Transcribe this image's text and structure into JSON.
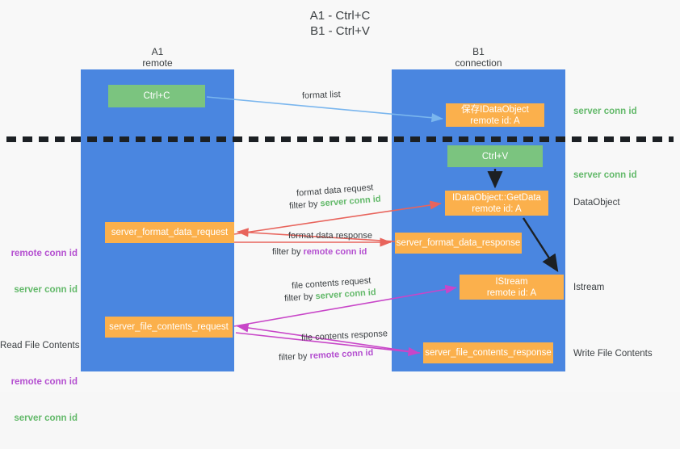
{
  "title": "A1 - Ctrl+C\nB1 - Ctrl+V",
  "colors": {
    "lane": "#4a86e0",
    "green_box": "#7bc47f",
    "orange_box": "#fbb04c",
    "server_conn_id": "#63b96a",
    "remote_conn_id": "#b44fd0",
    "arrow_blue": "#7ab6ee",
    "arrow_red": "#e8645c",
    "arrow_magenta": "#c846c8",
    "arrow_black": "#1c2024",
    "text": "#3c4043",
    "background": "#f8f8f8"
  },
  "lanes": [
    {
      "id": "A1",
      "name": "A1",
      "subtitle": "remote"
    },
    {
      "id": "B1",
      "name": "B1",
      "subtitle": "connection"
    }
  ],
  "boxes": {
    "ctrl_c": "Ctrl+C",
    "save_dataobject": "保存IDataObject\nremote id: A",
    "ctrl_v": "Ctrl+V",
    "getdata": "IDataObject::GetData\nremote id: A",
    "server_format_data_request": "server_format_data_request",
    "server_format_data_response": "server_format_data_response",
    "istream": "IStream\nremote id: A",
    "server_file_contents_request": "server_file_contents_request",
    "server_file_contents_response": "server_file_contents_response"
  },
  "edge_labels": {
    "format_list": "format list",
    "format_data_request": "format data request",
    "format_data_request_filter_prefix": "filter by ",
    "format_data_request_filter_key": "server conn id",
    "format_data_response": "format data response",
    "format_data_response_filter_prefix": "filter by ",
    "format_data_response_filter_key": "remote conn id",
    "file_contents_request": "file contents request",
    "file_contents_request_filter_prefix": "filter by ",
    "file_contents_request_filter_key": "server conn id",
    "file_contents_response": "file contents response",
    "file_contents_response_filter_prefix": "filter by ",
    "file_contents_response_filter_key": "remote conn id"
  },
  "right_notes": {
    "server_conn_id_top": "server conn id",
    "server_conn_id_mid": "server conn id",
    "dataobject": "DataObject",
    "istream": "Istream",
    "write_file_contents": "Write File Contents"
  },
  "left_notes": {
    "group1": {
      "remote": "remote conn id",
      "server": "server conn id"
    },
    "group2": {
      "heading": "Read File Contents",
      "remote": "remote conn id",
      "server": "server conn id"
    }
  }
}
